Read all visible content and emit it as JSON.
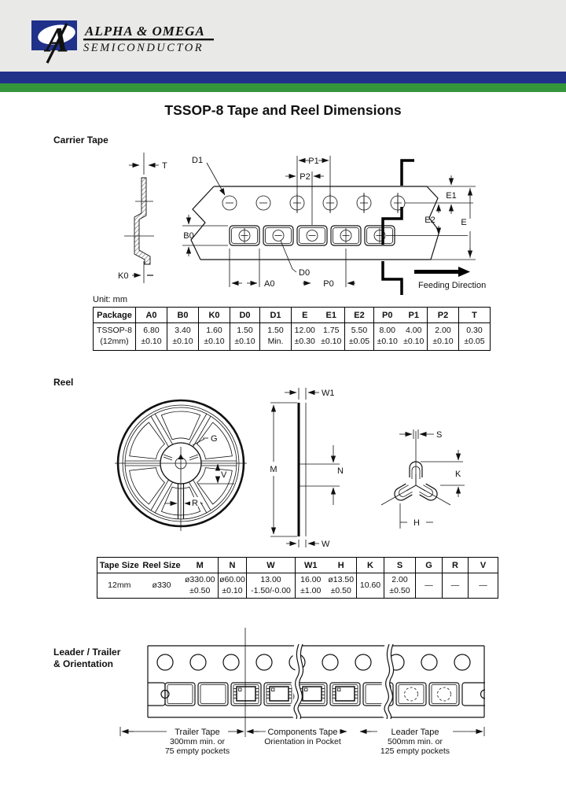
{
  "header": {
    "brand_line1": "ALPHA & OMEGA",
    "brand_line2": "SEMICONDUCTOR",
    "monogram": "A",
    "colors": {
      "navy": "#20318a",
      "green": "#35953a",
      "band_bg": "#e9e9e7"
    }
  },
  "title": "TSSOP-8 Tape and Reel Dimensions",
  "carrier": {
    "section": "Carrier Tape",
    "unit": "Unit: mm",
    "dims": {
      "t": "T",
      "d1": "D1",
      "p1": "P1",
      "p2": "P2",
      "e1": "E1",
      "e2": "E2",
      "e": "E",
      "b0": "B0",
      "k0": "K0",
      "a0": "A0",
      "d0": "D0",
      "p0": "P0",
      "feeding": "Feeding Direction"
    },
    "table": {
      "headers": [
        "Package",
        "A0",
        "B0",
        "K0",
        "D0",
        "D1",
        "E",
        "E1",
        "E2",
        "P0",
        "P1",
        "P2",
        "T"
      ],
      "row": {
        "package_line1": "TSSOP-8",
        "package_line2": "(12mm)",
        "cells": [
          [
            "6.80",
            "±0.10"
          ],
          [
            "3.40",
            "±0.10"
          ],
          [
            "1.60",
            "±0.10"
          ],
          [
            "1.50",
            "±0.10"
          ],
          [
            "1.50",
            "Min."
          ],
          [
            "12.00",
            "±0.30"
          ],
          [
            "1.75",
            "±0.10"
          ],
          [
            "5.50",
            "±0.05"
          ],
          [
            "8.00",
            "±0.10"
          ],
          [
            "4.00",
            "±0.10"
          ],
          [
            "2.00",
            "±0.10"
          ],
          [
            "0.30",
            "±0.05"
          ]
        ]
      }
    }
  },
  "reel": {
    "section": "Reel",
    "dims": {
      "w1": "W1",
      "m": "M",
      "n": "N",
      "w": "W",
      "g": "G",
      "v": "V",
      "r": "R",
      "s": "S",
      "k": "K",
      "h": "H"
    },
    "table": {
      "headers": [
        "Tape Size",
        "Reel Size",
        "M",
        "N",
        "W",
        "W1",
        "H",
        "K",
        "S",
        "G",
        "R",
        "V"
      ],
      "row": {
        "cells": [
          [
            "12mm",
            ""
          ],
          [
            "ø330",
            ""
          ],
          [
            "ø330.00",
            "±0.50"
          ],
          [
            "ø60.00",
            "±0.10"
          ],
          [
            "13.00",
            "-1.50/-0.00"
          ],
          [
            "16.00",
            "±1.00"
          ],
          [
            "ø13.50",
            "±0.50"
          ],
          [
            "10.60",
            ""
          ],
          [
            "2.00",
            "±0.50"
          ],
          [
            "—",
            ""
          ],
          [
            "—",
            ""
          ],
          [
            "—",
            ""
          ]
        ]
      }
    }
  },
  "leader": {
    "section_line1": "Leader / Trailer",
    "section_line2": "& Orientation",
    "trailer": [
      "Trailer Tape",
      "300mm min. or",
      "75 empty pockets"
    ],
    "components": [
      "Components Tape",
      "Orientation in Pocket"
    ],
    "leader_tape": [
      "Leader Tape",
      "500mm min. or",
      "125 empty pockets"
    ]
  }
}
